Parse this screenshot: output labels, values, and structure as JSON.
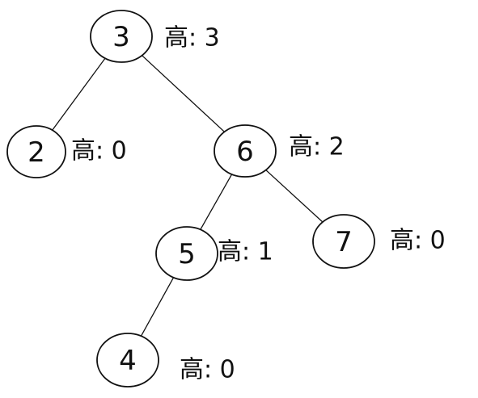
{
  "tree": {
    "nodes": [
      {
        "id": "n3",
        "value": "3",
        "height_label": "高: 3"
      },
      {
        "id": "n2",
        "value": "2",
        "height_label": "高: 0"
      },
      {
        "id": "n6",
        "value": "6",
        "height_label": "高: 2"
      },
      {
        "id": "n5",
        "value": "5",
        "height_label": "高: 1"
      },
      {
        "id": "n7",
        "value": "7",
        "height_label": "高: 0"
      },
      {
        "id": "n4",
        "value": "4",
        "height_label": "高: 0"
      }
    ],
    "edges": [
      {
        "from": "n3",
        "to": "n2"
      },
      {
        "from": "n3",
        "to": "n6"
      },
      {
        "from": "n6",
        "to": "n5"
      },
      {
        "from": "n6",
        "to": "n7"
      },
      {
        "from": "n5",
        "to": "n4"
      }
    ]
  },
  "colors": {
    "ink": "#111111",
    "background": "#ffffff"
  }
}
